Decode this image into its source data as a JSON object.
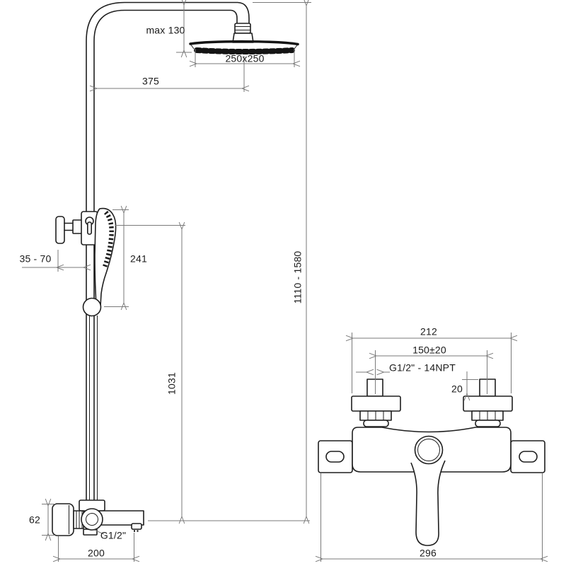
{
  "diagram": {
    "kind": "shower-system-technical-drawing",
    "figures": {
      "shower_column": {
        "dimensions": {
          "head_drop_max": "max 130",
          "head_size": "250x250",
          "arm_reach": "375",
          "wall_clearance": "35 - 70",
          "hand_shower_travel": "241",
          "riser_height": "1031",
          "overall_height": "1110 - 1580",
          "spout_escutcheon": "62",
          "spout_thread": "G1/2\"",
          "spout_reach": "200"
        }
      },
      "mixer": {
        "dimensions": {
          "overall_width": "212",
          "inlet_spacing": "150±20",
          "inlet_thread": "G1/2\" - 14NPT",
          "inlet_stub": "20",
          "body_width": "296"
        }
      }
    },
    "colors": {
      "line": "#1e1e1e",
      "dimension": "#7a7a7a",
      "background": "#ffffff"
    }
  }
}
